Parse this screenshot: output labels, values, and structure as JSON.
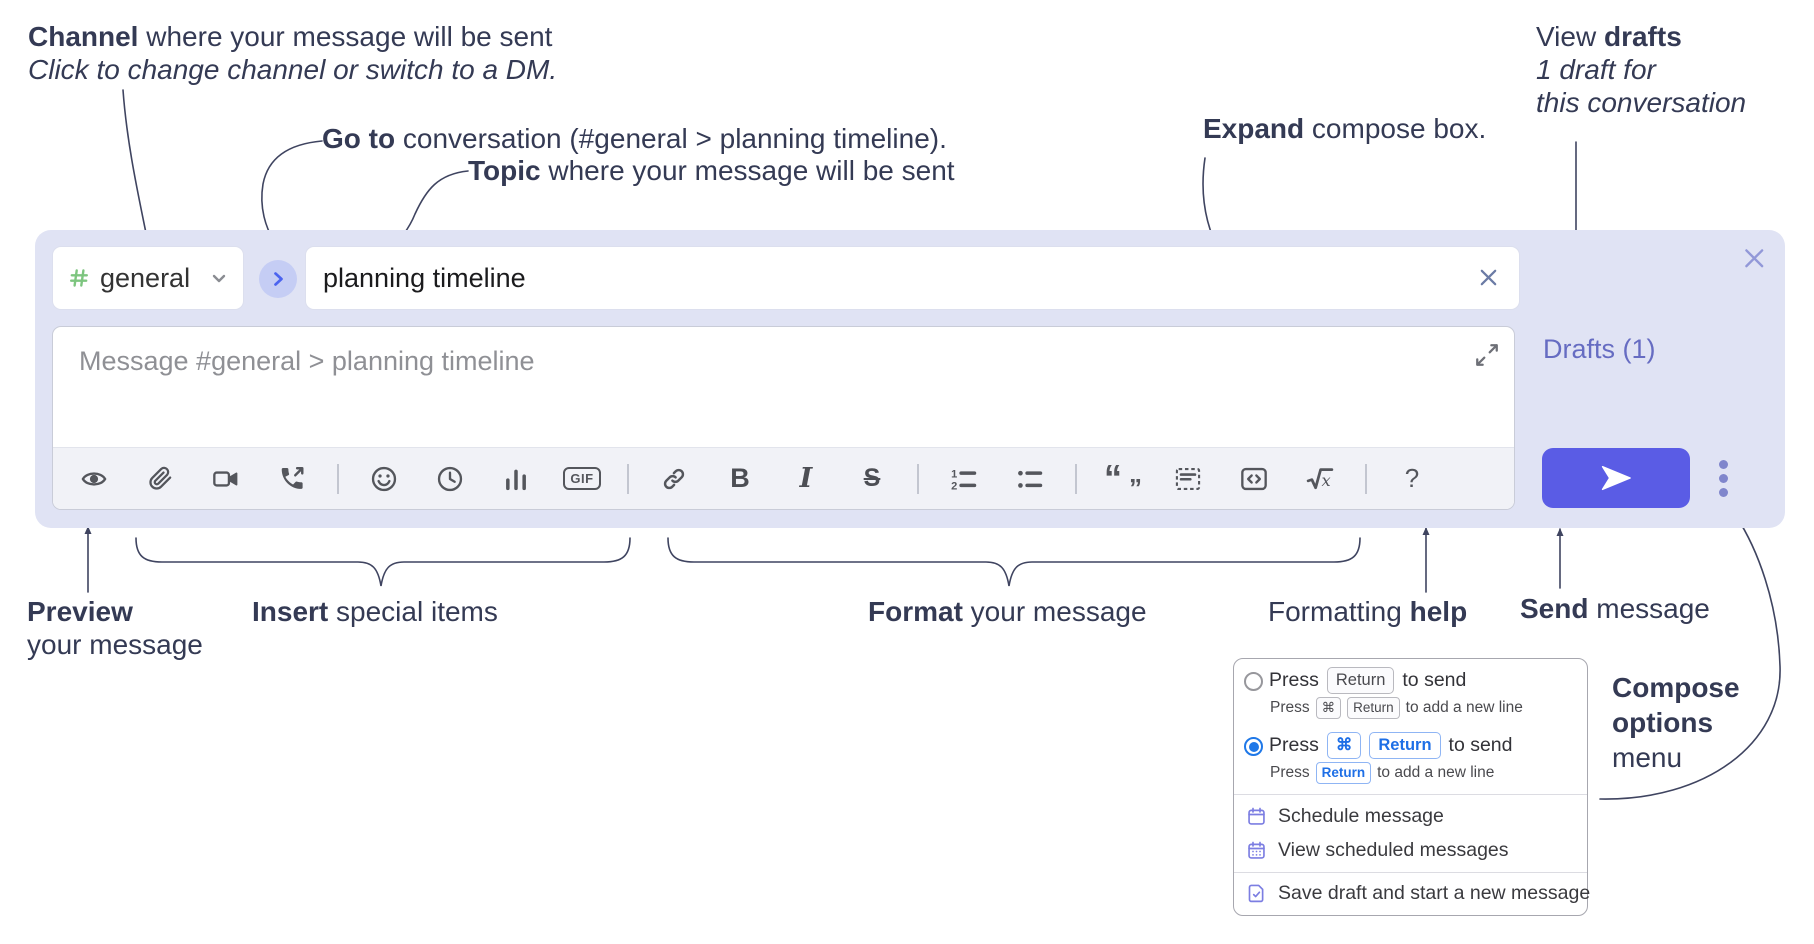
{
  "colors": {
    "annotation_text": "#343a54",
    "compose_background": "#e0e3f4",
    "send_button": "#5a5ce5",
    "drafts_link": "#666cc2",
    "hash_green": "#7dc57f",
    "jump_circle": "#c5cdf4",
    "jump_chevron": "#4b63ef",
    "radio_selected": "#1f78e8",
    "menu_icon_purple": "#7c7ee2",
    "toolbar_icon_gray": "#54565c"
  },
  "annotations": {
    "channel": {
      "bold": "Channel",
      "rest": " where your message will be sent",
      "sub": "Click to change channel or switch to a DM."
    },
    "go_to": {
      "bold": "Go to",
      "rest": " conversation (#general > planning timeline)."
    },
    "topic": {
      "bold": "Topic",
      "rest": " where your message will be sent"
    },
    "expand": {
      "bold": "Expand",
      "rest": " compose box."
    },
    "view_drafts": {
      "pre": "View ",
      "bold": "drafts",
      "line2": "1 draft for",
      "line3": "this conversation"
    },
    "preview": {
      "bold": "Preview",
      "line2": "your message"
    },
    "insert": {
      "bold": "Insert",
      "rest": " special items"
    },
    "format": {
      "bold": "Format",
      "rest": " your message"
    },
    "formatting_help": {
      "pre": "Formatting ",
      "bold": "help"
    },
    "send": {
      "bold": "Send",
      "rest": " message"
    },
    "compose_options": {
      "line1": "Compose",
      "line2": "options",
      "line3": "menu"
    }
  },
  "compose_box": {
    "channel_selector": {
      "channel_name": "general"
    },
    "topic_input": {
      "value": "planning timeline"
    },
    "message_input": {
      "placeholder": "Message #general > planning timeline"
    },
    "drafts_link": {
      "label": "Drafts (1)"
    },
    "toolbar": {
      "icons": [
        "preview",
        "attach-file",
        "video-call",
        "audio-call",
        "emoji",
        "time",
        "poll",
        "gif",
        "link",
        "bold",
        "italic",
        "strikethrough",
        "numbered-list",
        "bulleted-list",
        "quote",
        "spoiler",
        "code",
        "math",
        "help"
      ],
      "bold_glyph": "B",
      "italic_glyph": "I",
      "strike_glyph": "S",
      "gif_label": "GIF",
      "ol_1": "1",
      "ol_2": "2",
      "quote_open": "“",
      "quote_close": "”",
      "math_glyph": "x",
      "help_glyph": "?"
    }
  },
  "options_menu": {
    "enter_sends": {
      "pre": "Press",
      "key": "Return",
      "post": "to send",
      "sub_pre": "Press",
      "sub_key1": "⌘",
      "sub_key2": "Return",
      "sub_post": "to add a new line"
    },
    "cmd_enter_sends": {
      "pre": "Press",
      "key1": "⌘",
      "key2": "Return",
      "post": "to send",
      "sub_pre": "Press",
      "sub_key": "Return",
      "sub_post": "to add a new line"
    },
    "items": [
      {
        "icon": "calendar",
        "label": "Schedule message"
      },
      {
        "icon": "calendar-grid",
        "label": "View scheduled messages"
      },
      {
        "icon": "draft-save",
        "label": "Save draft and start a new message"
      }
    ]
  }
}
